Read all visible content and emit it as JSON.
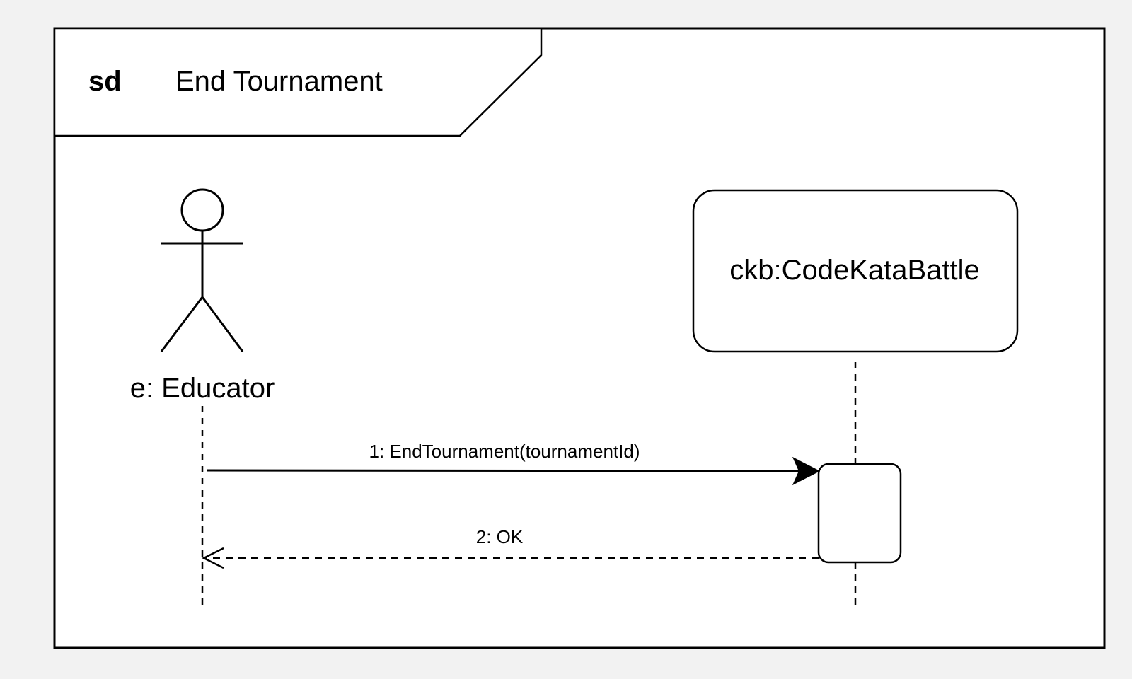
{
  "frame": {
    "keyword": "sd",
    "title": "End Tournament"
  },
  "participants": [
    {
      "id": "educator",
      "kind": "actor",
      "label": "e: Educator"
    },
    {
      "id": "ckb",
      "kind": "object",
      "label": "ckb:CodeKataBattle"
    }
  ],
  "messages": [
    {
      "label": "1: EndTournament(tournamentId)",
      "from": "e: Educator",
      "to": "ckb:CodeKataBattle",
      "style": "synchronous"
    },
    {
      "label": "2: OK",
      "from": "ckb:CodeKataBattle",
      "to": "e: Educator",
      "style": "reply"
    }
  ]
}
